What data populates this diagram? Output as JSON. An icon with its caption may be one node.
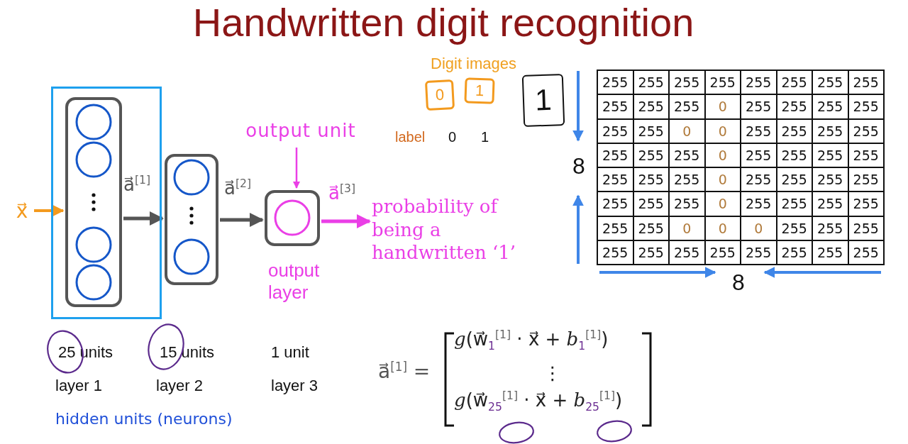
{
  "diagram": {
    "title": "Handwritten digit recognition",
    "nodes": [
      {
        "text": [
          "x⃗"
        ]
      },
      {
        "text": [],
        "shape": "box"
      },
      {
        "text": [],
        "shape": "box",
        "in": 1
      },
      {
        "text": [],
        "shape": "box"
      },
      {
        "text": [],
        "shape": "box",
        "beside": [
          "output layer"
        ]
      },
      {
        "text": [
          "output unit"
        ]
      },
      {
        "text": [
          "probability of being a handwritten ‘1’"
        ]
      },
      {
        "text": [
          "0"
        ]
      },
      {
        "text": [
          "1"
        ]
      },
      {
        "text": [
          "1"
        ]
      }
    ],
    "edges": [
      {
        "from": 0,
        "to": 2,
        "arrow": "to",
        "color": "#f39a1e"
      },
      {
        "from": 2,
        "to": 3,
        "arrow": "to",
        "label": "a⃗$^{[1]}$"
      },
      {
        "from": 3,
        "to": 4,
        "arrow": "to",
        "label": "a⃗$^{[2]}$"
      },
      {
        "from": 4,
        "to": 6,
        "arrow": "to",
        "label": "a⃗$^{[3]}$",
        "color": "#ea3fe6"
      },
      {
        "from": 5,
        "to": 4,
        "arrow": "to",
        "color": "#ea3fe6"
      }
    ],
    "labels": [
      "Digit images",
      "label",
      "0",
      "1",
      "255",
      "255",
      "255",
      "255",
      "255",
      "255",
      "255",
      "255",
      "255",
      "255",
      "255",
      "0",
      "255",
      "255",
      "255",
      "255",
      "255",
      "255",
      "0",
      "0",
      "255",
      "255",
      "255",
      "255",
      "255",
      "255",
      "255",
      "0",
      "255",
      "255",
      "255",
      "255",
      "255",
      "255",
      "255",
      "0",
      "255",
      "255",
      "255",
      "255",
      "255",
      "255",
      "255",
      "0",
      "255",
      "255",
      "255",
      "255",
      "255",
      "255",
      "0",
      "0",
      "0",
      "255",
      "255",
      "255",
      "255",
      "255",
      "255",
      "255",
      "255",
      "255",
      "255",
      "255",
      "8",
      "8",
      "25 units",
      "15 units",
      "1 unit",
      "layer 1",
      "layer 2",
      "layer 3",
      "hidden units (neurons)",
      "a⃗$^{[1]}$ =",
      "*g*(w⃗$_{1}$$^{[1]}$ · x⃗ + *b*$_{1}$$^{[1]}$)",
      "⋮",
      "*g*(w⃗$_{25}$$^{[1]}$ · x⃗ + *b*$_{25}$$^{[1]}$)"
    ]
  }
}
